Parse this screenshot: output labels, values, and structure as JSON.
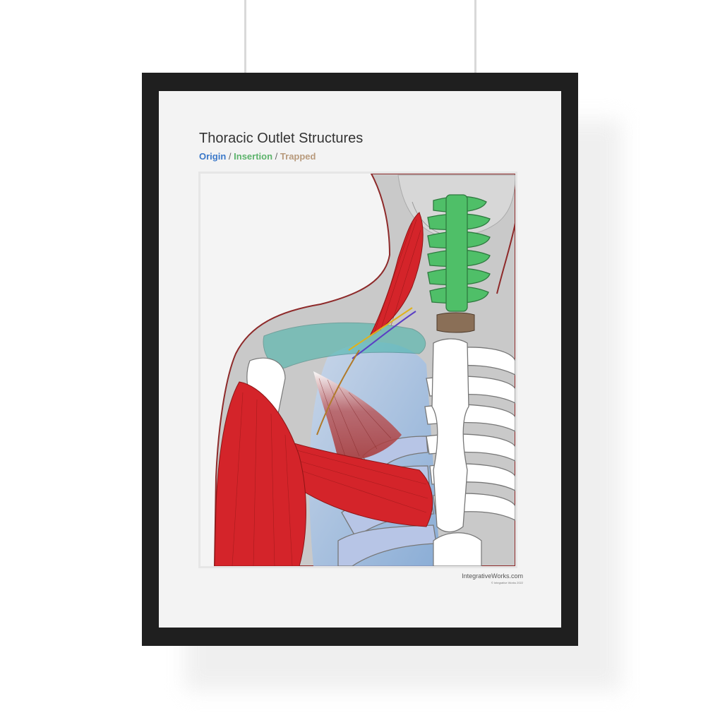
{
  "poster": {
    "title": "Thoracic Outlet Structures",
    "legend": {
      "origin": "Origin",
      "insertion": "Insertion",
      "trapped": "Trapped",
      "separator": "/"
    },
    "colors": {
      "origin": "#3a78c9",
      "insertion": "#5cb36b",
      "trapped": "#b89a7c",
      "muscle": "#d4242a",
      "frame": "#1f1f1f"
    },
    "website": "IntegrativeWorks.com",
    "copyright": "© Integrative Works 2022"
  }
}
